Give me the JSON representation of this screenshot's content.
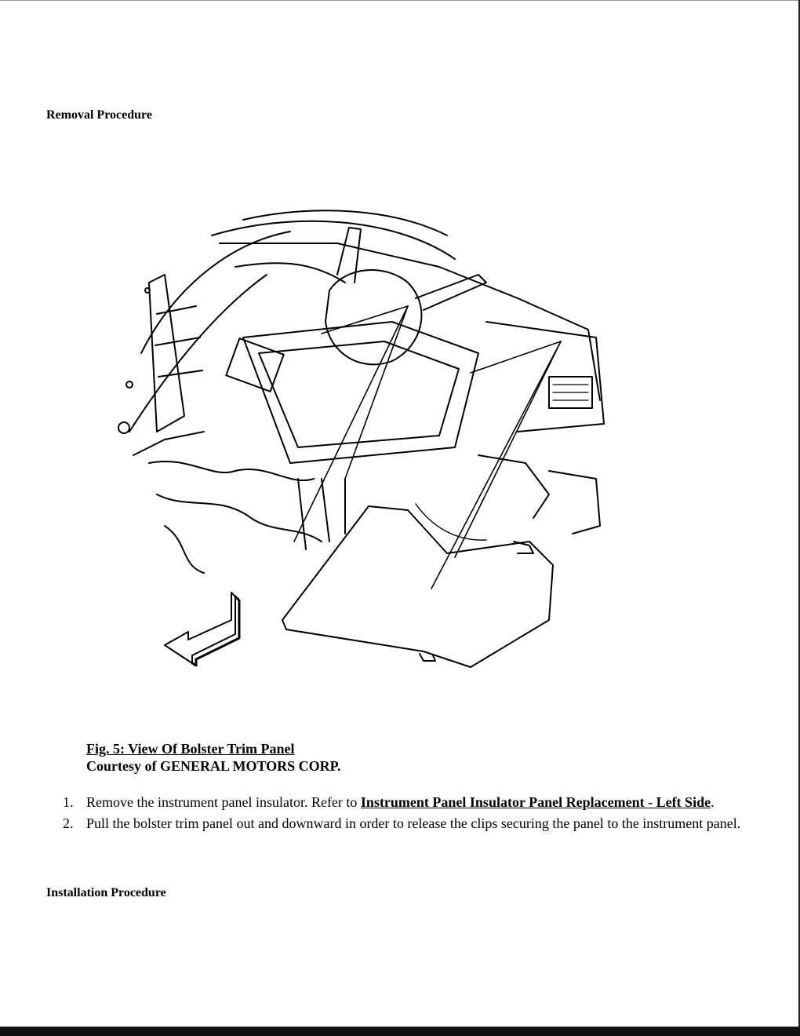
{
  "removal_heading": "Removal Procedure",
  "installation_heading": "Installation Procedure",
  "figure": {
    "title": "Fig. 5: View Of Bolster Trim Panel",
    "courtesy": "Courtesy of GENERAL MOTORS CORP."
  },
  "steps": [
    {
      "number": "1.",
      "text_before": "Remove the instrument panel insulator. Refer to ",
      "link": "Instrument Panel Insulator Panel Replacement - Left Side",
      "text_after": "."
    },
    {
      "number": "2.",
      "text": "Pull the bolster trim panel out and downward in order to release the clips securing the panel to the instrument panel."
    }
  ]
}
